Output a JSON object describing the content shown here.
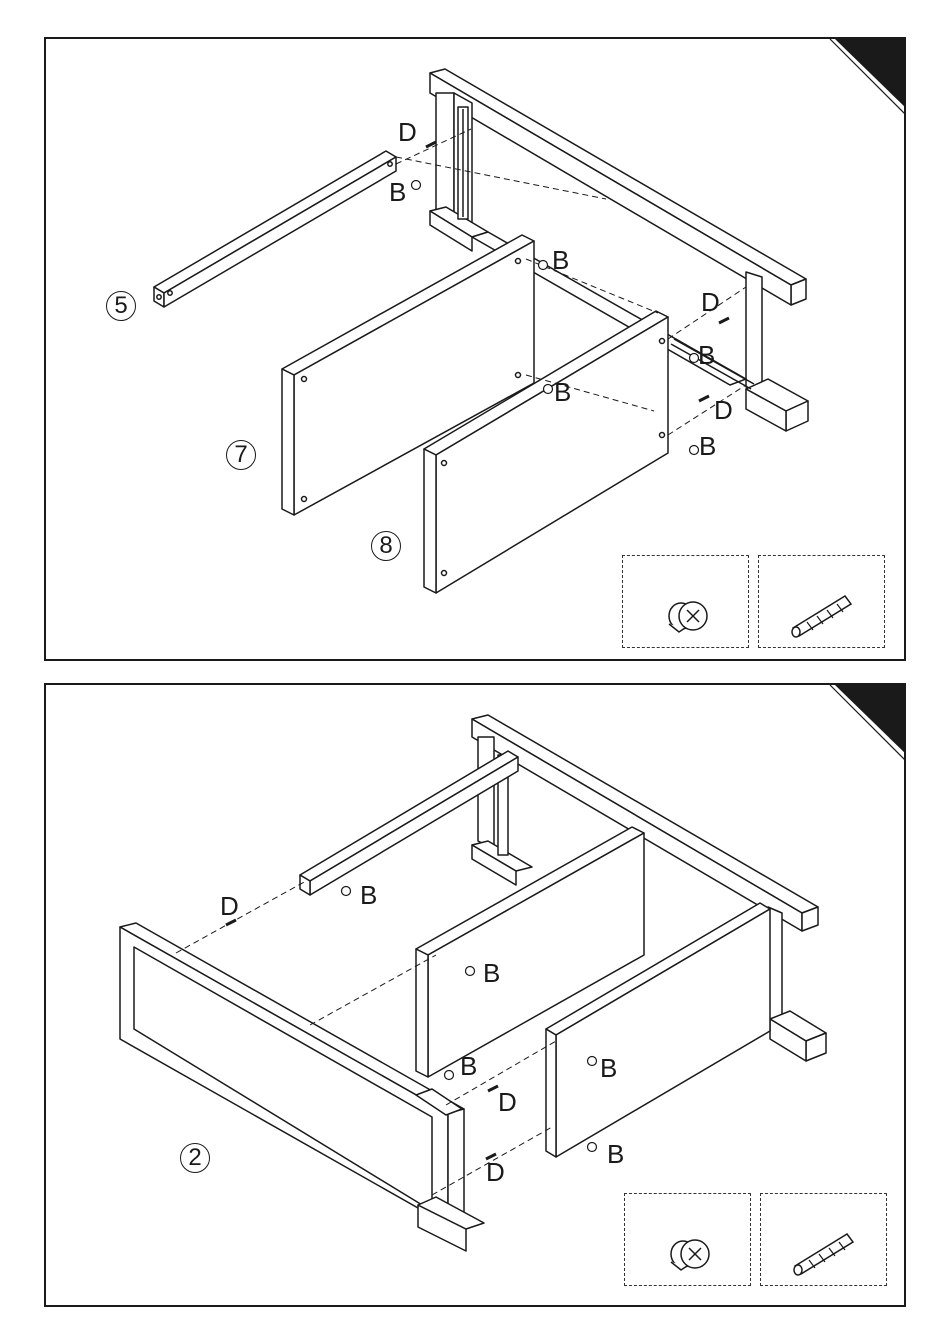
{
  "step1": {
    "parts": [
      "5",
      "7",
      "8"
    ],
    "fastener_labels": [
      "D",
      "B",
      "B",
      "D",
      "B",
      "B",
      "D",
      "B"
    ]
  },
  "step2": {
    "parts": [
      "2"
    ],
    "fastener_labels": [
      "B",
      "D",
      "B",
      "B",
      "B",
      "D",
      "B",
      "D"
    ]
  },
  "hardware_legend": [
    "cam-lock-icon",
    "wooden-dowel-icon"
  ],
  "colors": {
    "line": "#1a1a1a",
    "corner": "#1a1a1a"
  }
}
